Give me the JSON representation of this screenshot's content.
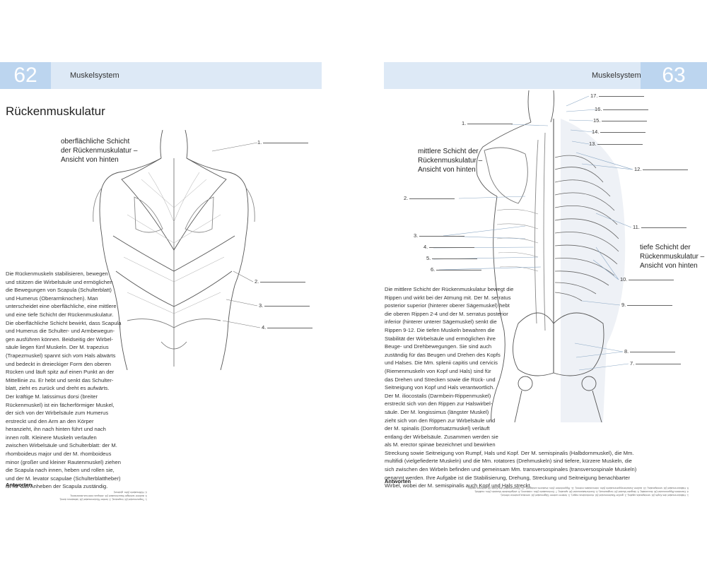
{
  "left_page": {
    "number": "62",
    "section": "Muskelsystem",
    "title": "Rückenmuskulatur",
    "caption_lines": [
      "oberflächliche Schicht",
      "der Rückenmuskulatur –",
      "Ansicht von hinten"
    ],
    "labels": [
      "1.",
      "2.",
      "3.",
      "4."
    ],
    "body_lines": [
      "Die Rückenmuskeln stabilisieren, bewegen",
      "und stützen die Wirbelsäule und ermöglichen",
      "die Bewegungen von Scapula (Schulterblatt)",
      "und Humerus (Oberarmknochen). Man",
      "unterscheidet eine oberflächliche, eine mittlere",
      "und eine tiefe Schicht der Rückenmuskulatur.",
      "Die oberflächliche Schicht bewirkt, dass Scapula",
      "und Humerus die Schulter- und Armbewegun-",
      "gen ausführen können. Beidseitig der Wirbel-",
      "säule liegen fünf Muskeln. Der M. trapezius",
      "(Trapezmuskel) spannt sich vom Hals abwärts",
      "und bedeckt in dreieckiger Form den oberen",
      "Rücken und läuft spitz auf einen Punkt an der",
      "Mittellinie zu. Er hebt und senkt das Schulter-",
      "blatt, zieht es zurück und dreht es aufwärts.",
      "Der kräftige M. latissimus dorsi (breiter",
      "Rückenmuskel) ist ein fächerförmiger Muskel,",
      "der sich von der Wirbelsäule zum Humerus",
      "erstreckt und den Arm an den Körper",
      "heranzieht, ihn nach hinten führt und nach",
      "innen rollt. Kleinere Muskeln verlaufen",
      "zwischen Wirbelsäule und Schulterblatt: der M.",
      "rhomboideus major und der M. rhomboideus",
      "minor (großer und kleiner Rautenmuskel) ziehen",
      "die Scapula nach innen, heben und rollen sie,",
      "und der M. levator scapulae (Schulterblattheber)",
      "ist für das Anheben der Scapula zuständig."
    ],
    "answers_heading": "Antworten",
    "answers_lines": [
      "1. Trapezmuskel (M. trapezius), 2. breiter Rückenmuskel (M. latissimus dorsi),",
      "3. äußerer schräger Bauchmuskel (M. obliquus externus abdominis),",
      "4. Hüftmuskeln (Mm. gluteus)"
    ]
  },
  "right_page": {
    "number": "63",
    "section": "Muskelsystem",
    "caption_mid_lines": [
      "mittlere Schicht der",
      "Rückenmuskulatur –",
      "Ansicht von hinten"
    ],
    "caption_deep_lines": [
      "tiefe Schicht der",
      "Rückenmuskulatur –",
      "Ansicht von hinten"
    ],
    "labels_left": [
      "1.",
      "2.",
      "3.",
      "4.",
      "5.",
      "6."
    ],
    "labels_right": [
      "17.",
      "16.",
      "15.",
      "14.",
      "13.",
      "12.",
      "11.",
      "10.",
      "9.",
      "8.",
      "7."
    ],
    "body_lines": [
      "Die mittlere Schicht der Rückenmuskulatur bewegt die",
      "Rippen und wirkt bei der Atmung mit. Der M. serratus",
      "posterior superior (hinterer oberer Sägemuskel) hebt",
      "die oberen Rippen 2-4 und der M. serratus posterior",
      "inferior (hinterer unterer Sägemuskel) senkt die",
      "Rippen 9-12. Die tiefen Muskeln bewahren die",
      "Stabilität der Wirbelsäule und ermöglichen ihre",
      "Beuge- und Drehbewegungen. Sie sind auch",
      "zuständig für das Beugen und Drehen des Kopfs",
      "und Halses. Die Mm. splenii capitis und cervicis",
      "(Riemenmuskeln von Kopf und Hals) sind für",
      "das Drehen und Strecken sowie die Rück- und",
      "Seitneigung von Kopf und Hals verantwortlich.",
      "Der M. iliocostalis (Darmbein-Rippenmuskel)",
      "erstreckt sich von den Rippen zur Halswirbel-",
      "säule. Der M. longissimus (längster Muskel)",
      "zieht sich von den Rippen zur Wirbelsäule und",
      "der M. spinalis (Dornfortsatzmuskel) verläuft",
      "entlang der Wirbelsäule. Zusammen werden sie",
      "als M. erector spinae bezeichnet und bewirken",
      "Streckung sowie Seitneigung von Rumpf, Hals und Kopf. Der M. semispinalis (Halbdornmuskel), die Mm.",
      "multifidi (vielgefiederte Muskeln) und die Mm. rotatores (Drehmuskeln) sind tiefere, kürzere Muskeln, die",
      "sich zwischen den Wirbeln befinden und gemeinsam Mm. transversospinales (transversospinale Muskeln)",
      "genannt werden. Ihre Aufgabe ist die Stabilisierung, Drehung, Streckung und Seitneigung benachbarter",
      "Wirbel, wobei der M. semispinalis auch Kopf und Hals streckt."
    ],
    "answers_heading": "Antworten",
    "answers_lines": [
      "1. Halbdornmuskel des Kopfs (M. semispinalis capitis), 2. großer Rautenmuskel (M. rhomboideus major), 3. hinterer unterer Sägemuskel (M. serratus posterior inferior),",
      "4. Darmbein-Rippenmuskel (M. iliocostalis), 5. längster Muskel (M. longissimus), 6. Dornfortsatzmuskel (M. spinalis), 7. Drehmuskeln (Mm. rotatores), 8. vielgefiederte Muskeln (Mm. multifidi),",
      "9. Halbdornmuskel (M. semispinalis), 10. äußere Zwischenrippenmuskeln (Mm. intercostales externi), 11. Rippenheber (Mm. levatores costarum), 12. Riemenmuskel des Kopfs (M. splenius capitis)"
    ]
  }
}
